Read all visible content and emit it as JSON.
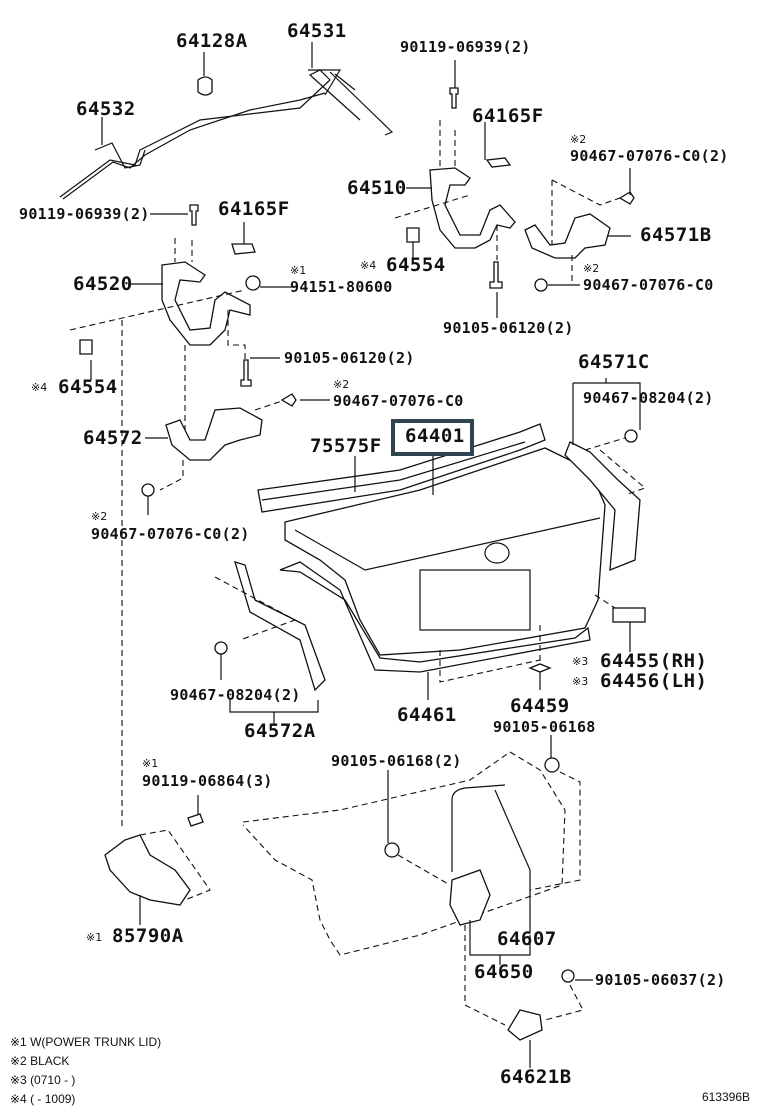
{
  "diagram": {
    "title_ref": "613396B",
    "highlight_color": "#2f4550",
    "highlighted_part": "64401",
    "labels": {
      "p64128A": "64128A",
      "p64531": "64531",
      "p64532": "64532",
      "p90119_06939_l": "90119-06939(2)",
      "p64165F_l": "64165F",
      "p64520": "64520",
      "p94151_80600": "94151-80600",
      "p90105_06120_l": "90105-06120(2)",
      "p64554_l": "64554",
      "p90467_07076_m": "90467-07076-C0",
      "p64572": "64572",
      "p90467_07076_l2": "90467-07076-C0(2)",
      "p75575F": "75575F",
      "p64401": "64401",
      "p90119_06939_r": "90119-06939(2)",
      "p64165F_r": "64165F",
      "p64510": "64510",
      "p64554_r": "64554",
      "p90105_06120_r": "90105-06120(2)",
      "p90467_07076_r2": "90467-07076-C0(2)",
      "p64571B": "64571B",
      "p90467_07076_r": "90467-07076-C0",
      "p64571C": "64571C",
      "p90467_08204_r": "90467-08204(2)",
      "p64455": "64455(RH)",
      "p64456": "64456(LH)",
      "p64459": "64459",
      "p90105_06168_r": "90105-06168",
      "p64461": "64461",
      "p90467_08204_l": "90467-08204(2)",
      "p64572A": "64572A",
      "p90119_06864": "90119-06864(3)",
      "p90105_06168_l": "90105-06168(2)",
      "p85790A": "85790A",
      "p64607": "64607",
      "p64650": "64650",
      "p90105_06037": "90105-06037(2)",
      "p64621B": "64621B"
    },
    "marks": {
      "m1": "※1",
      "m2": "※2",
      "m3": "※3",
      "m4": "※4"
    },
    "legend": [
      "※1 W(POWER TRUNK LID)",
      "※2 BLACK",
      "※3 (0710 -        )",
      "※4 (        - 1009)"
    ]
  }
}
